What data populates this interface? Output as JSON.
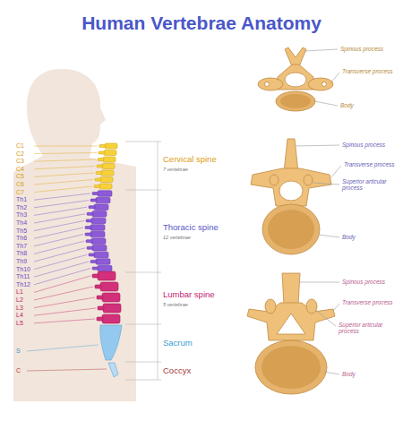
{
  "diagram": {
    "title": "Human Vertebrae Anatomy",
    "labels": [
      "C1",
      "C2",
      "C3",
      "C4",
      "C5",
      "C6",
      "C7",
      "Th1",
      "Th2",
      "Th3",
      "Th4",
      "Th5",
      "Th6",
      "Th7",
      "Th8",
      "Th9",
      "Th10",
      "Th11",
      "Th12",
      "L1",
      "L2",
      "L3",
      "L4",
      "L5",
      "S",
      "C",
      "Cervical spine",
      "7 vertebrae",
      "Thoracic spine",
      "12 vertebrae",
      "Lumbar spine",
      "5 vertebrae",
      "Sacrum",
      "Coccyx",
      "Spinous process",
      "Transverse process",
      "Body",
      "Spinous process",
      "Transverse process",
      "Superior articular process",
      "Body",
      "Spinous process",
      "Transverse process",
      "Superior articular process",
      "Body"
    ]
  }
}
